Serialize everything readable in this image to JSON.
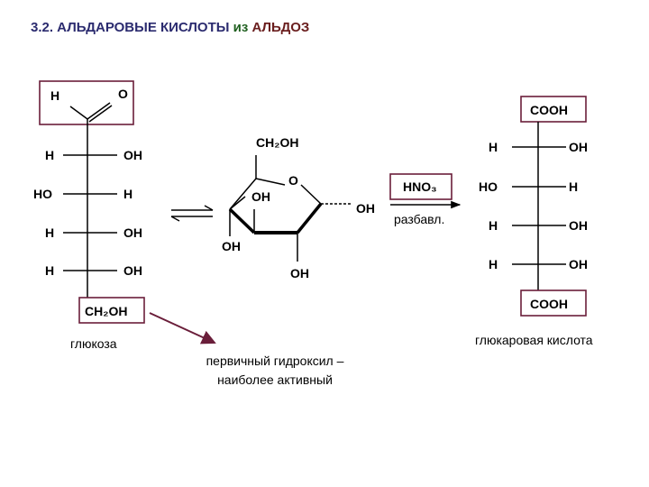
{
  "title": {
    "part1": "3.2. АЛЬДАРОВЫЕ КИСЛОТЫ",
    "part2": " из ",
    "part3": "АЛЬДОЗ"
  },
  "glucose_fischer": {
    "aldehyde_h": "H",
    "aldehyde_o": "O",
    "rows": [
      {
        "left": "H",
        "right": "OH"
      },
      {
        "left": "HO",
        "right": "H"
      },
      {
        "left": "H",
        "right": "OH"
      },
      {
        "left": "H",
        "right": "OH"
      }
    ],
    "bottom_group": "CH₂OH",
    "caption": "глюкоза"
  },
  "pyranose": {
    "ch2oh": "CH₂OH",
    "ring_o": "O",
    "oh_c4": "OH",
    "oh_c1": "OH",
    "oh_c3": "OH",
    "oh_c2": "OH"
  },
  "reaction": {
    "reagent": "HNO₃",
    "condition": "разбавл."
  },
  "glucaric_fischer": {
    "top_group": "COOH",
    "rows": [
      {
        "left": "H",
        "right": "OH"
      },
      {
        "left": "HO",
        "right": "H"
      },
      {
        "left": "H",
        "right": "OH"
      },
      {
        "left": "H",
        "right": "OH"
      }
    ],
    "bottom_group": "COOH",
    "caption": "глюкаровая кислота"
  },
  "annotation": {
    "line1": "первичный гидроксил –",
    "line2": "наиболее активный"
  },
  "colors": {
    "box": "#6a1e3a",
    "arrow": "#6a1e3a",
    "title_part1": "#2b2b6f",
    "title_part2": "#1f5f1f",
    "title_part3": "#6a1e1e"
  }
}
